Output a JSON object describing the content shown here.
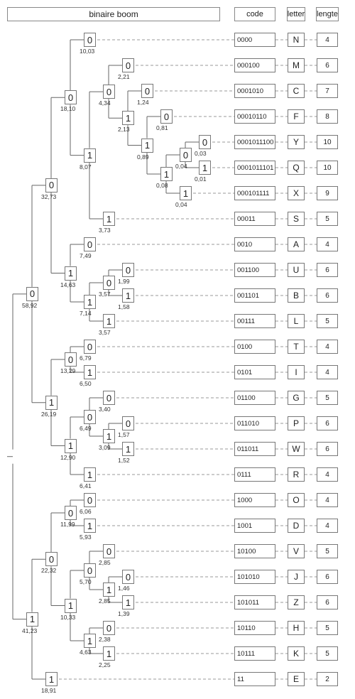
{
  "header": {
    "title": "binaire boom",
    "code": "code",
    "letter": "letter",
    "length": "lengte"
  },
  "root": {
    "bit": "",
    "w": "",
    "children": [
      {
        "bit": "0",
        "w": "58,92",
        "children": [
          {
            "bit": "0",
            "w": "32,73",
            "children": [
              {
                "bit": "0",
                "w": "18,10",
                "children": [
                  {
                    "bit": "0",
                    "w": "10,03",
                    "leaf": {
                      "code": "0000",
                      "letter": "N",
                      "length": "4"
                    }
                  },
                  {
                    "bit": "1",
                    "w": "8,07",
                    "children": [
                      {
                        "bit": "0",
                        "w": "4,34",
                        "children": [
                          {
                            "bit": "0",
                            "w": "2,21",
                            "leaf": {
                              "code": "000100",
                              "letter": "M",
                              "length": "6"
                            }
                          },
                          {
                            "bit": "1",
                            "w": "2,13",
                            "children": [
                              {
                                "bit": "0",
                                "w": "1,24",
                                "leaf": {
                                  "code": "0001010",
                                  "letter": "C",
                                  "length": "7"
                                }
                              },
                              {
                                "bit": "1",
                                "w": "0,89",
                                "children": [
                                  {
                                    "bit": "0",
                                    "w": "0,81",
                                    "leaf": {
                                      "code": "00010110",
                                      "letter": "F",
                                      "length": "8"
                                    }
                                  },
                                  {
                                    "bit": "1",
                                    "w": "0,08",
                                    "children": [
                                      {
                                        "bit": "0",
                                        "w": "0,04",
                                        "children": [
                                          {
                                            "bit": "0",
                                            "w": "0,03",
                                            "leaf": {
                                              "code": "0001011100",
                                              "letter": "Y",
                                              "length": "10"
                                            }
                                          },
                                          {
                                            "bit": "1",
                                            "w": "0,01",
                                            "leaf": {
                                              "code": "0001011101",
                                              "letter": "Q",
                                              "length": "10"
                                            }
                                          }
                                        ]
                                      },
                                      {
                                        "bit": "1",
                                        "w": "0,04",
                                        "leaf": {
                                          "code": "000101111",
                                          "letter": "X",
                                          "length": "9"
                                        }
                                      }
                                    ]
                                  }
                                ]
                              }
                            ]
                          }
                        ]
                      },
                      {
                        "bit": "1",
                        "w": "3,73",
                        "leaf": {
                          "code": "00011",
                          "letter": "S",
                          "length": "5"
                        }
                      }
                    ]
                  }
                ]
              },
              {
                "bit": "1",
                "w": "14,63",
                "children": [
                  {
                    "bit": "0",
                    "w": "7,49",
                    "leaf": {
                      "code": "0010",
                      "letter": "A",
                      "length": "4"
                    }
                  },
                  {
                    "bit": "1",
                    "w": "7,14",
                    "children": [
                      {
                        "bit": "0",
                        "w": "3,57",
                        "children": [
                          {
                            "bit": "0",
                            "w": "1,99",
                            "leaf": {
                              "code": "001100",
                              "letter": "U",
                              "length": "6"
                            }
                          },
                          {
                            "bit": "1",
                            "w": "1,58",
                            "leaf": {
                              "code": "001101",
                              "letter": "B",
                              "length": "6"
                            }
                          }
                        ]
                      },
                      {
                        "bit": "1",
                        "w": "3,57",
                        "leaf": {
                          "code": "00111",
                          "letter": "L",
                          "length": "5"
                        }
                      }
                    ]
                  }
                ]
              }
            ]
          },
          {
            "bit": "1",
            "w": "26,19",
            "children": [
              {
                "bit": "0",
                "w": "13,29",
                "children": [
                  {
                    "bit": "0",
                    "w": "6,79",
                    "leaf": {
                      "code": "0100",
                      "letter": "T",
                      "length": "4"
                    }
                  },
                  {
                    "bit": "1",
                    "w": "6,50",
                    "leaf": {
                      "code": "0101",
                      "letter": "I",
                      "length": "4"
                    }
                  }
                ]
              },
              {
                "bit": "1",
                "w": "12,90",
                "children": [
                  {
                    "bit": "0",
                    "w": "6,49",
                    "children": [
                      {
                        "bit": "0",
                        "w": "3,40",
                        "leaf": {
                          "code": "01100",
                          "letter": "G",
                          "length": "5"
                        }
                      },
                      {
                        "bit": "1",
                        "w": "3,09",
                        "children": [
                          {
                            "bit": "0",
                            "w": "1,57",
                            "leaf": {
                              "code": "011010",
                              "letter": "P",
                              "length": "6"
                            }
                          },
                          {
                            "bit": "1",
                            "w": "1,52",
                            "leaf": {
                              "code": "011011",
                              "letter": "W",
                              "length": "6"
                            }
                          }
                        ]
                      }
                    ]
                  },
                  {
                    "bit": "1",
                    "w": "6,41",
                    "leaf": {
                      "code": "0111",
                      "letter": "R",
                      "length": "4"
                    }
                  }
                ]
              }
            ]
          }
        ]
      },
      {
        "bit": "1",
        "w": "41,23",
        "children": [
          {
            "bit": "0",
            "w": "22,32",
            "children": [
              {
                "bit": "0",
                "w": "11,99",
                "children": [
                  {
                    "bit": "0",
                    "w": "6,06",
                    "leaf": {
                      "code": "1000",
                      "letter": "O",
                      "length": "4"
                    }
                  },
                  {
                    "bit": "1",
                    "w": "5,93",
                    "leaf": {
                      "code": "1001",
                      "letter": "D",
                      "length": "4"
                    }
                  }
                ]
              },
              {
                "bit": "1",
                "w": "10,33",
                "children": [
                  {
                    "bit": "0",
                    "w": "5,70",
                    "children": [
                      {
                        "bit": "0",
                        "w": "2,85",
                        "leaf": {
                          "code": "10100",
                          "letter": "V",
                          "length": "5"
                        }
                      },
                      {
                        "bit": "1",
                        "w": "2,85",
                        "children": [
                          {
                            "bit": "0",
                            "w": "1,46",
                            "leaf": {
                              "code": "101010",
                              "letter": "J",
                              "length": "6"
                            }
                          },
                          {
                            "bit": "1",
                            "w": "1,39",
                            "leaf": {
                              "code": "101011",
                              "letter": "Z",
                              "length": "6"
                            }
                          }
                        ]
                      }
                    ]
                  },
                  {
                    "bit": "1",
                    "w": "4,63",
                    "children": [
                      {
                        "bit": "0",
                        "w": "2,38",
                        "leaf": {
                          "code": "10110",
                          "letter": "H",
                          "length": "5"
                        }
                      },
                      {
                        "bit": "1",
                        "w": "2,25",
                        "leaf": {
                          "code": "10111",
                          "letter": "K",
                          "length": "5"
                        }
                      }
                    ]
                  }
                ]
              }
            ]
          },
          {
            "bit": "1",
            "w": "18,91",
            "leaf": {
              "code": "11",
              "letter": "E",
              "length": "2"
            }
          }
        ]
      }
    ]
  }
}
